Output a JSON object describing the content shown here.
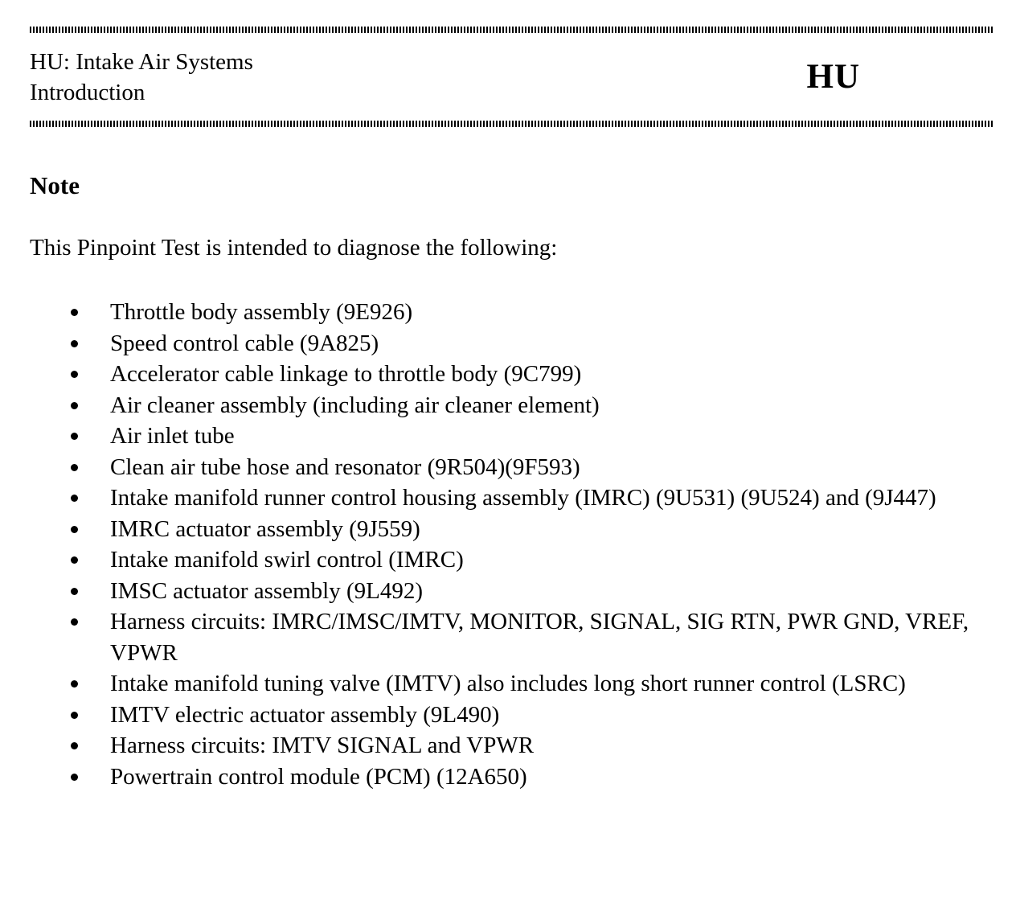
{
  "header": {
    "title_line1": "HU: Intake Air Systems",
    "title_line2": "Introduction",
    "section_code": "HU"
  },
  "note": {
    "heading": "Note",
    "intro": "This Pinpoint Test is intended to diagnose the following:"
  },
  "diagnosis_items": [
    "Throttle body assembly (9E926)",
    "Speed control cable (9A825)",
    "Accelerator cable linkage to throttle body (9C799)",
    "Air cleaner assembly (including air cleaner element)",
    "Air inlet tube",
    "Clean air tube hose and resonator (9R504)(9F593)",
    "Intake manifold runner control housing assembly (IMRC) (9U531) (9U524) and (9J447)",
    "IMRC actuator assembly (9J559)",
    "Intake manifold swirl control (IMRC)",
    "IMSC actuator assembly (9L492)",
    "Harness circuits: IMRC/IMSC/IMTV, MONITOR, SIGNAL, SIG RTN, PWR GND, VREF, VPWR",
    "Intake manifold tuning valve (IMTV) also includes long short runner control (LSRC)",
    "IMTV electric actuator assembly (9L490)",
    "Harness circuits: IMTV SIGNAL and VPWR",
    "Powertrain control module (PCM) (12A650)"
  ],
  "colors": {
    "text": "#000000",
    "background": "#ffffff"
  }
}
